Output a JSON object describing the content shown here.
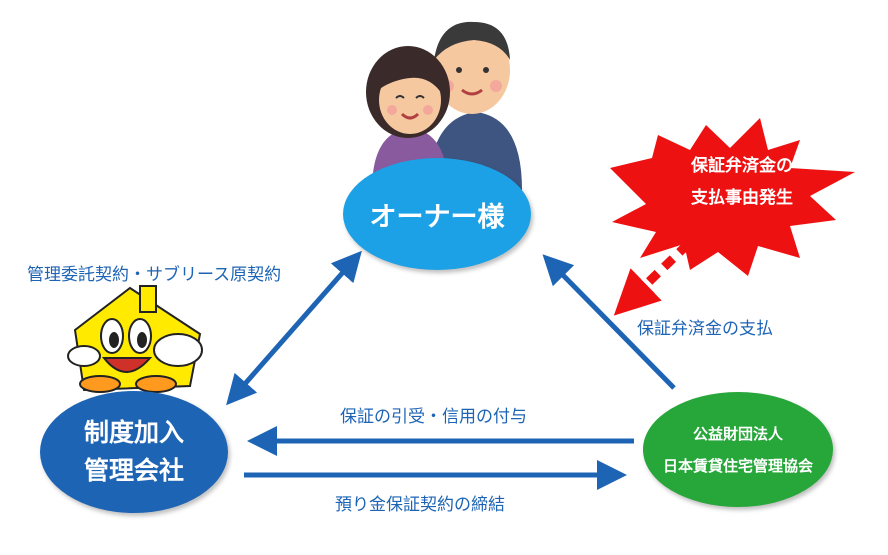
{
  "nodes": {
    "owner": "オーナー様",
    "company_line1": "制度加入",
    "company_line2": "管理会社",
    "assoc_line1": "公益財団法人",
    "assoc_line2": "日本賃貸住宅管理協会"
  },
  "edges": {
    "owner_company": "管理委託契約・サブリース原契約",
    "assoc_owner": "保証弁済金の支払",
    "assoc_to_company": "保証の引受・信用の付与",
    "company_to_assoc": "預り金保証契約の締結"
  },
  "burst": {
    "line1": "保証弁済金の",
    "line2": "支払事由発生"
  },
  "colors": {
    "owner": "#1da1e6",
    "company": "#1e64b5",
    "assoc": "#27a63a",
    "arrow": "#1e64b5",
    "burst": "#ee1111"
  }
}
